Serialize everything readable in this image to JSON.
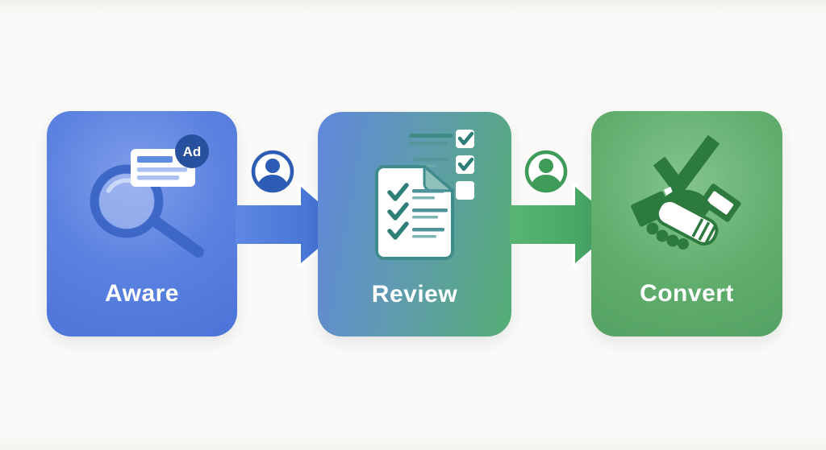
{
  "diagram": {
    "name": "marketing-funnel-flow",
    "background_color": "#fbfaf8",
    "label_color": "#ffffff",
    "steps": [
      {
        "label": "Aware",
        "icon": "search-ad-icon",
        "badge": "Ad",
        "badge_color": "#27509f",
        "gradient_from": "#809eea",
        "gradient_to": "#4b74d8"
      },
      {
        "label": "Review",
        "icon": "checklist-document-icon",
        "gradient_from": "#6188dd",
        "gradient_to": "#55ad74"
      },
      {
        "label": "Convert",
        "icon": "handshake-check-icon",
        "gradient_from": "#83c48d",
        "gradient_to": "#54a263"
      }
    ],
    "connectors": [
      {
        "icon": "person-icon",
        "arrow_icon": "arrow-right-icon",
        "person_color": "#2d5cb5",
        "arrow_from": "#5d87e2",
        "arrow_to": "#3e6ecf"
      },
      {
        "icon": "person-icon",
        "arrow_icon": "arrow-right-icon",
        "person_color": "#3f9b58",
        "arrow_from": "#58b573",
        "arrow_to": "#3f9e5e"
      }
    ],
    "icon_colors": {
      "magnifier_blue": "#3e68c8",
      "teal_outline": "#3e8c8c",
      "teal_check": "#2e7f78",
      "handshake_green": "#2d7a3e"
    }
  }
}
